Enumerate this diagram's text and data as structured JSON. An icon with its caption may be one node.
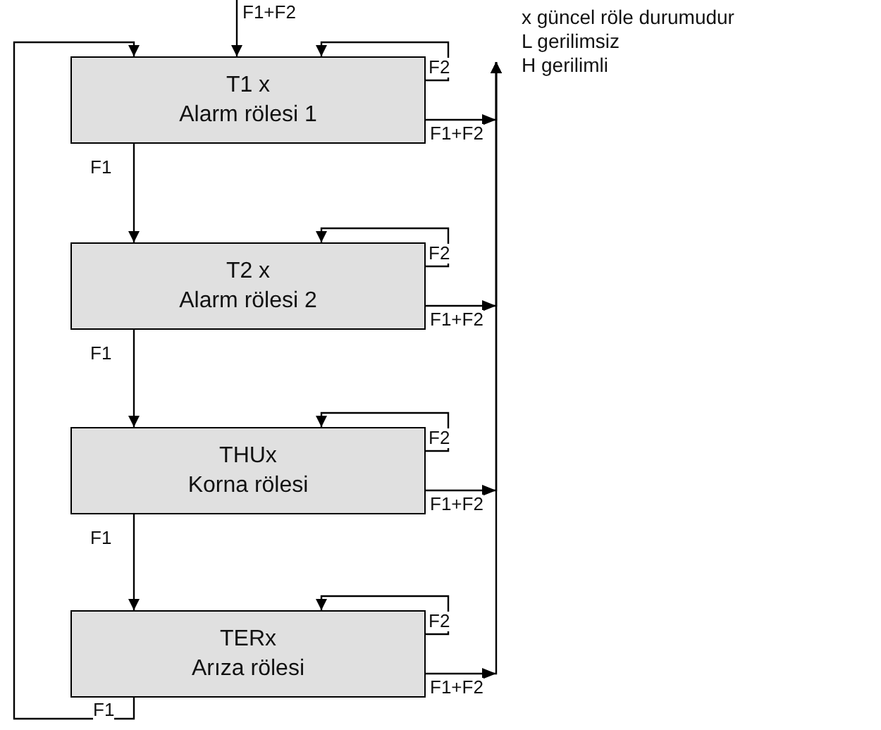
{
  "diagram": {
    "nodes": [
      {
        "text": [
          "T1 x",
          "Alarm rölesi 1"
        ]
      },
      {
        "text": [
          "T2 x",
          "Alarm rölesi 2"
        ]
      },
      {
        "text": [
          "THUx",
          "Korna rölesi"
        ]
      },
      {
        "text": [
          "TERx",
          "Arıza rölesi"
        ]
      }
    ],
    "edges": [
      {
        "from": null,
        "to": 0,
        "arrow": "to",
        "label": "F1+F2"
      },
      {
        "from": 0,
        "to": 0,
        "arrow": "to",
        "label": "F2"
      },
      {
        "from": 0,
        "to": null,
        "arrow": "to",
        "label": "F1+F2"
      },
      {
        "from": 0,
        "to": 1,
        "arrow": "to",
        "label": "F1"
      },
      {
        "from": 1,
        "to": 1,
        "arrow": "to",
        "label": "F2"
      },
      {
        "from": 1,
        "to": null,
        "arrow": "to",
        "label": "F1+F2"
      },
      {
        "from": 1,
        "to": 2,
        "arrow": "to",
        "label": "F1"
      },
      {
        "from": 2,
        "to": 2,
        "arrow": "to",
        "label": "F2"
      },
      {
        "from": 2,
        "to": null,
        "arrow": "to",
        "label": "F1+F2"
      },
      {
        "from": 2,
        "to": 3,
        "arrow": "to",
        "label": "F1"
      },
      {
        "from": 3,
        "to": 3,
        "arrow": "to",
        "label": "F2"
      },
      {
        "from": 3,
        "to": null,
        "arrow": "to",
        "label": "F1+F2"
      },
      {
        "from": 3,
        "to": 0,
        "arrow": "to",
        "label": "F1"
      }
    ],
    "labels": [
      "x güncel röle durumudur",
      "L gerilimsiz",
      "H gerilimli"
    ]
  }
}
